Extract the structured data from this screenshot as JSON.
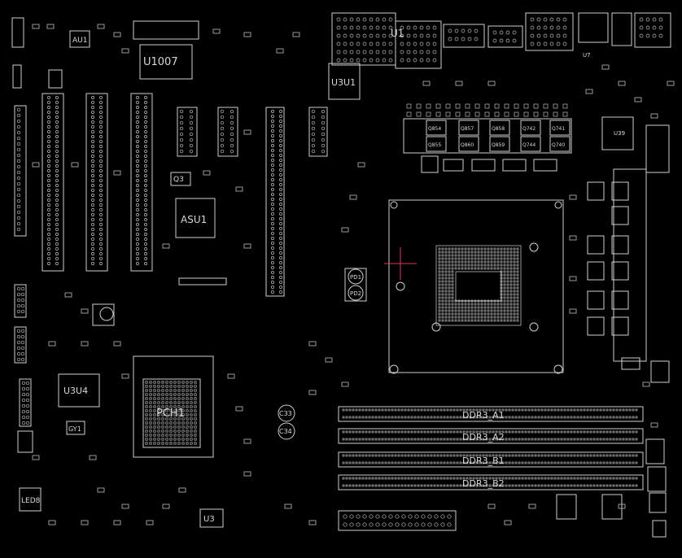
{
  "board": {
    "background": "#000000",
    "outline_color": "#d0d0d0",
    "text_color": "#d8d8d8",
    "marker_color": "#d04060"
  },
  "labels": {
    "u1007": "U1007",
    "au1": "AU1",
    "u3u1": "U3U1",
    "asu1": "ASU1",
    "q3": "Q3",
    "u3u4": "U3U4",
    "pch1": "PCH1",
    "gy1": "GY1",
    "led8": "LED8",
    "u3": "U3",
    "pd1": "PD1",
    "pd2": "PD2",
    "c33": "C33",
    "c34": "C34",
    "ddr3_a1": "DDR3_A1",
    "ddr3_a2": "DDR3_A2",
    "ddr3_b1": "DDR3_B1",
    "ddr3_b2": "DDR3_B2",
    "q854": "Q854",
    "q857": "Q857",
    "q858": "Q858",
    "q859": "Q859",
    "q742": "Q742",
    "q741": "Q741",
    "q855": "Q855",
    "q860": "Q860",
    "q744": "Q744",
    "q740": "Q740",
    "u1_top": "U1",
    "u7": "U7",
    "u39": "U39"
  }
}
